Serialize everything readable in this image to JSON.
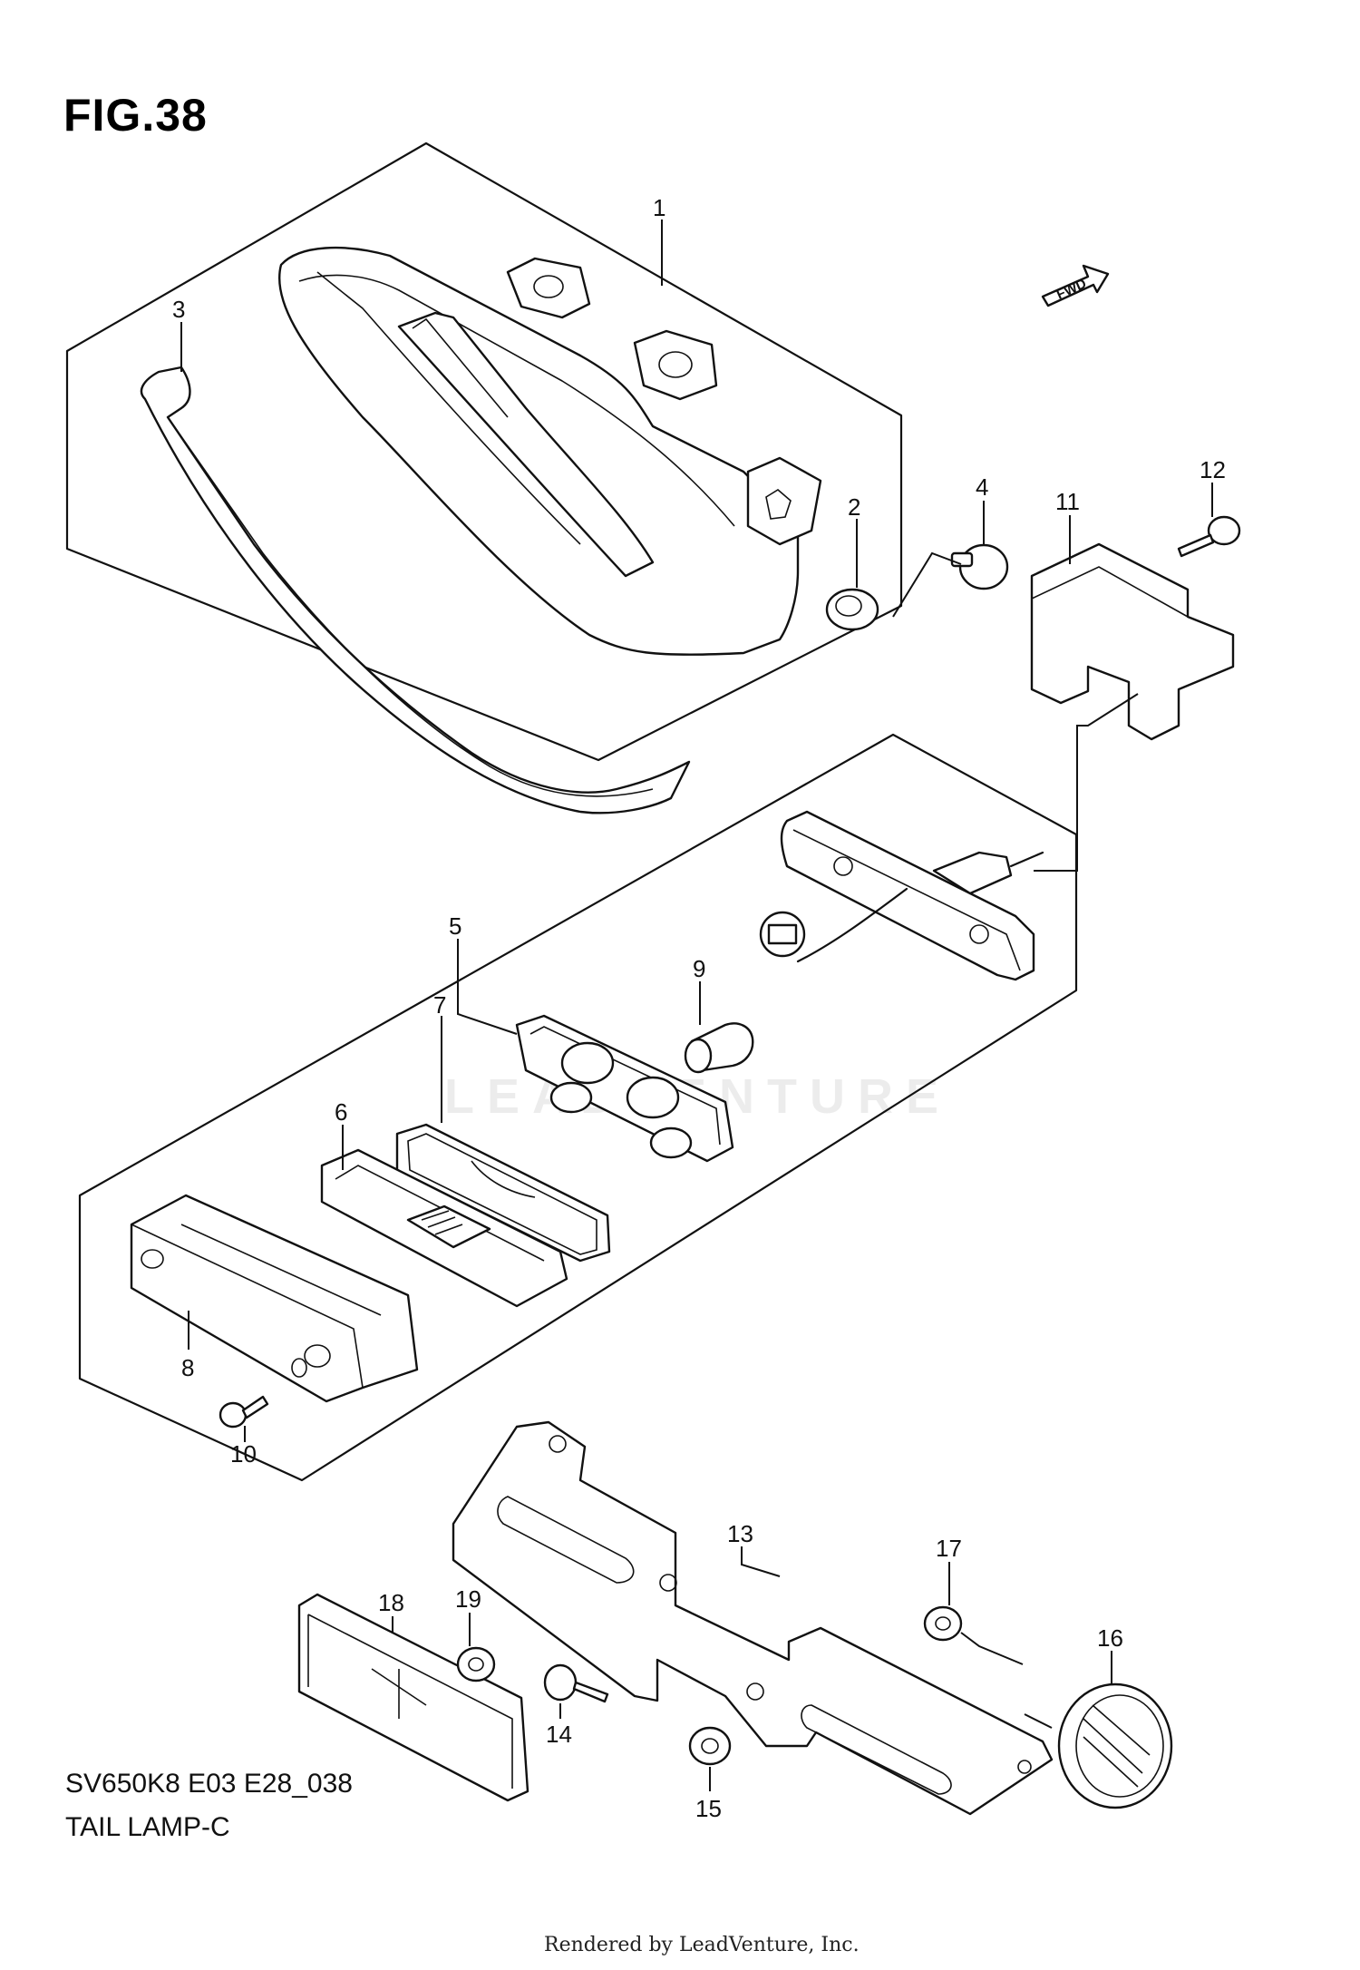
{
  "figure": {
    "title": "FIG.38",
    "model_code": "SV650K8 E03 E28_038",
    "assembly_name": "TAIL LAMP-C",
    "credit": "Rendered by LeadVenture, Inc.",
    "watermark": "LEADVENTURE",
    "fwd_arrow_label": "FWD"
  },
  "callouts": [
    {
      "id": "1",
      "label": "1"
    },
    {
      "id": "2",
      "label": "2"
    },
    {
      "id": "3",
      "label": "3"
    },
    {
      "id": "4",
      "label": "4"
    },
    {
      "id": "5",
      "label": "5"
    },
    {
      "id": "6",
      "label": "6"
    },
    {
      "id": "7",
      "label": "7"
    },
    {
      "id": "8",
      "label": "8"
    },
    {
      "id": "9",
      "label": "9"
    },
    {
      "id": "10",
      "label": "10"
    },
    {
      "id": "11",
      "label": "11"
    },
    {
      "id": "12",
      "label": "12"
    },
    {
      "id": "13",
      "label": "13"
    },
    {
      "id": "14",
      "label": "14"
    },
    {
      "id": "15",
      "label": "15"
    },
    {
      "id": "16",
      "label": "16"
    },
    {
      "id": "17",
      "label": "17"
    },
    {
      "id": "18",
      "label": "18"
    },
    {
      "id": "19",
      "label": "19"
    }
  ],
  "colors": {
    "line": "#111111",
    "background": "#ffffff"
  }
}
